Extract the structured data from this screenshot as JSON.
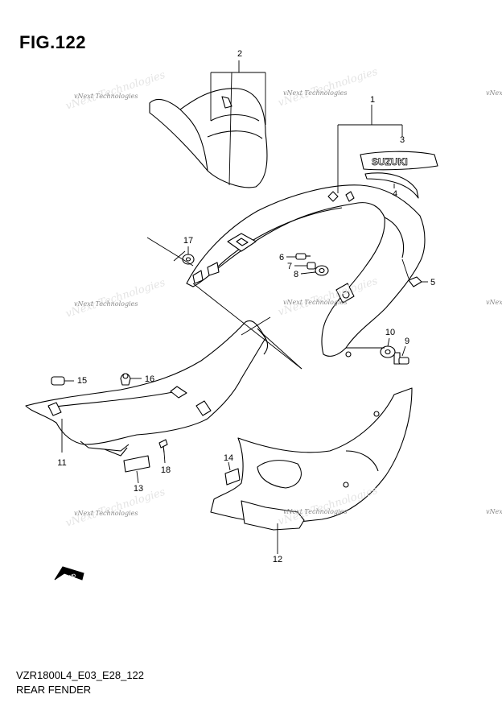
{
  "figure": {
    "title": "FIG.122",
    "model_code": "VZR1800L4_E03_E28_122",
    "section_name": "REAR FENDER"
  },
  "watermark": "vNext Technologies",
  "fwd_label": "FWD",
  "brand_emblem": "SUZUKI",
  "callouts": [
    "1",
    "2",
    "3",
    "4",
    "5",
    "6",
    "7",
    "8",
    "9",
    "10",
    "11",
    "12",
    "13",
    "14",
    "15",
    "16",
    "17",
    "18"
  ],
  "colors": {
    "line": "#000000",
    "background": "#ffffff",
    "watermark": "#888888"
  }
}
